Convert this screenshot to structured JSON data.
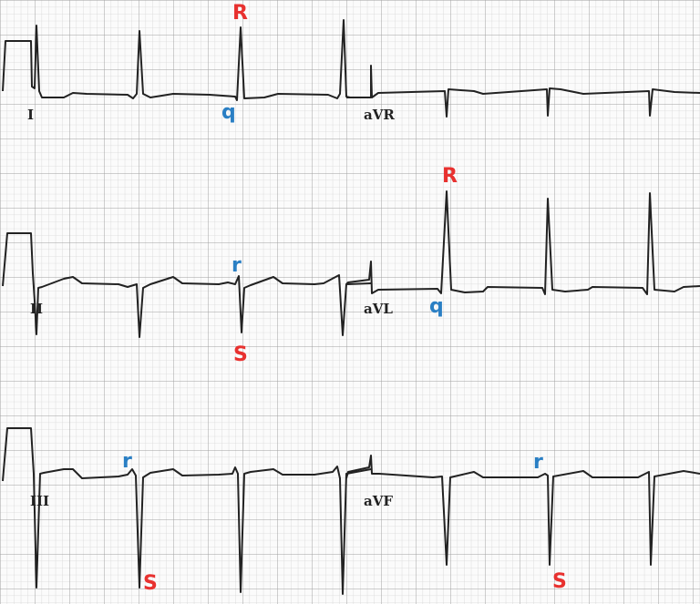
{
  "figure": {
    "description": "6-lead limb ECG strip with annotated QRS components",
    "colors": {
      "trace": "#222222",
      "grid_minor": "#d4d4d4",
      "grid_major": "#9a9a9a",
      "label_R_S": "#e8312f",
      "label_q_r": "#2a7fc4"
    }
  },
  "leads": [
    {
      "name": "I",
      "label": "I",
      "qrs_pattern": "qR"
    },
    {
      "name": "aVR",
      "label": "aVR",
      "qrs_pattern": "Q"
    },
    {
      "name": "II",
      "label": "II",
      "qrs_pattern": "rS"
    },
    {
      "name": "aVL",
      "label": "aVL",
      "qrs_pattern": "qR"
    },
    {
      "name": "III",
      "label": "III",
      "qrs_pattern": "rS"
    },
    {
      "name": "aVF",
      "label": "aVF",
      "qrs_pattern": "rS"
    }
  ],
  "annotations": [
    {
      "lead": "I",
      "text": "R",
      "color": "red"
    },
    {
      "lead": "I",
      "text": "q",
      "color": "blue"
    },
    {
      "lead": "aVL",
      "text": "R",
      "color": "red"
    },
    {
      "lead": "aVL",
      "text": "q",
      "color": "blue"
    },
    {
      "lead": "II",
      "text": "r",
      "color": "blue"
    },
    {
      "lead": "II",
      "text": "S",
      "color": "red"
    },
    {
      "lead": "III",
      "text": "r",
      "color": "blue"
    },
    {
      "lead": "III",
      "text": "S",
      "color": "red"
    },
    {
      "lead": "aVF",
      "text": "r",
      "color": "blue"
    },
    {
      "lead": "aVF",
      "text": "S",
      "color": "red"
    }
  ]
}
